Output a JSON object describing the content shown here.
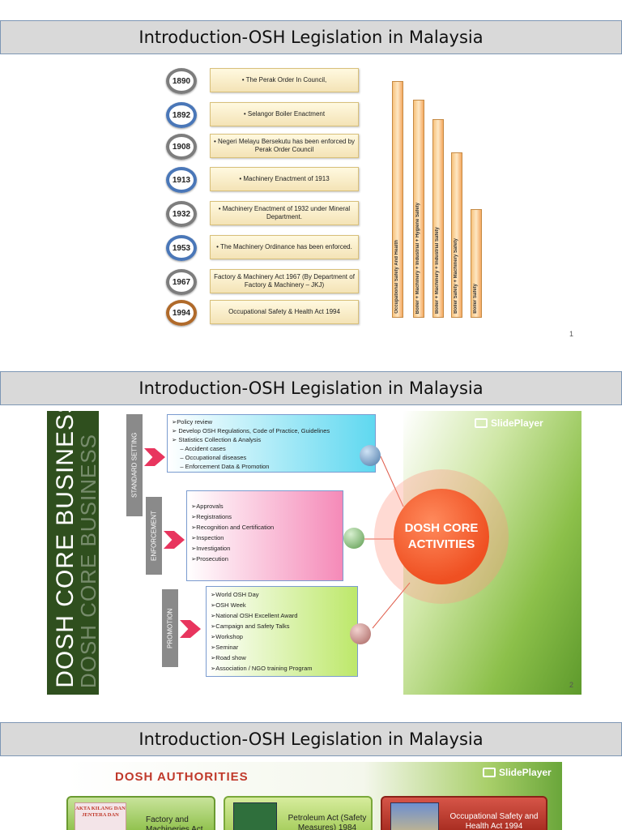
{
  "slides": [
    {
      "title": "Introduction-OSH Legislation in Malaysia",
      "page_number": "1",
      "timeline": [
        {
          "year": "1890",
          "text": "•    The Perak Order In Council,"
        },
        {
          "year": "1892",
          "text": "•    Selangor Boiler Enactment"
        },
        {
          "year": "1908",
          "text": "•    Negeri Melayu Bersekutu has been enforced by Perak Order Council"
        },
        {
          "year": "1913",
          "text": "•    Machinery Enactment of 1913"
        },
        {
          "year": "1932",
          "text": "•    Machinery Enactment of 1932 under Mineral Department."
        },
        {
          "year": "1953",
          "text": "•    The Machinery Ordinance has been enforced."
        },
        {
          "year": "1967",
          "text": "Factory & Machinery Act 1967 (By Department of Factory & Machinery – JKJ)"
        },
        {
          "year": "1994",
          "text": "Occupational Safety & Health Act 1994"
        }
      ],
      "scope_bars": [
        {
          "label": "Occupational Safety And Health",
          "level": 1.0
        },
        {
          "label": "Boiler + Machinery + Industrial + Hygiene Safety",
          "level": 0.92
        },
        {
          "label": "Boiler + Machinery + Industrial Safety",
          "level": 0.84
        },
        {
          "label": "Boiler Safety + Machinery Safety",
          "level": 0.7
        },
        {
          "label": "Boiler Safety",
          "level": 0.46
        }
      ]
    },
    {
      "title": "Introduction-OSH Legislation in Malaysia",
      "page_number": "2",
      "side_title": "DOSH CORE BUSINESS",
      "side_title_ghost": "DOSH CORE BUSINESS",
      "logo": "SlidePlayer",
      "core": "DOSH CORE ACTIVITIES",
      "sections": [
        {
          "tag": "STANDARD SETTING",
          "items": [
            "➢Policy review",
            "➢ Develop OSH Regulations, Code of Practice, Guidelines",
            "➢ Statistics Collection & Analysis",
            "     – Accident cases",
            "     – Occupational diseases",
            "     – Enforcement Data & Promotion"
          ]
        },
        {
          "tag": "ENFORCEMENT",
          "items": [
            "➢Approvals",
            "➢Registrations",
            "➢Recognition and Certification",
            "➢Inspection",
            "➢Investigation",
            "➢Prosecution"
          ]
        },
        {
          "tag": "PROMOTION",
          "items": [
            "➢World OSH Day",
            "➢OSH Week",
            "➢National OSH Excellent Award",
            "➢Campaign and Safety Talks",
            "➢Workshop",
            "➢Seminar",
            "➢Road show",
            "➢Association / NGO training Program"
          ]
        }
      ]
    },
    {
      "title": "Introduction-OSH Legislation in Malaysia",
      "heading": "DOSH AUTHORITIES",
      "logo": "SlidePlayer",
      "cards": [
        {
          "book": "AKTA KILANG DAN JENTERA DAN",
          "text": "Factory and Machineries Act"
        },
        {
          "text": "Petroleum Act (Safety Measures) 1984"
        },
        {
          "text": "Occupational Safety and Health Act 1994"
        }
      ]
    }
  ]
}
